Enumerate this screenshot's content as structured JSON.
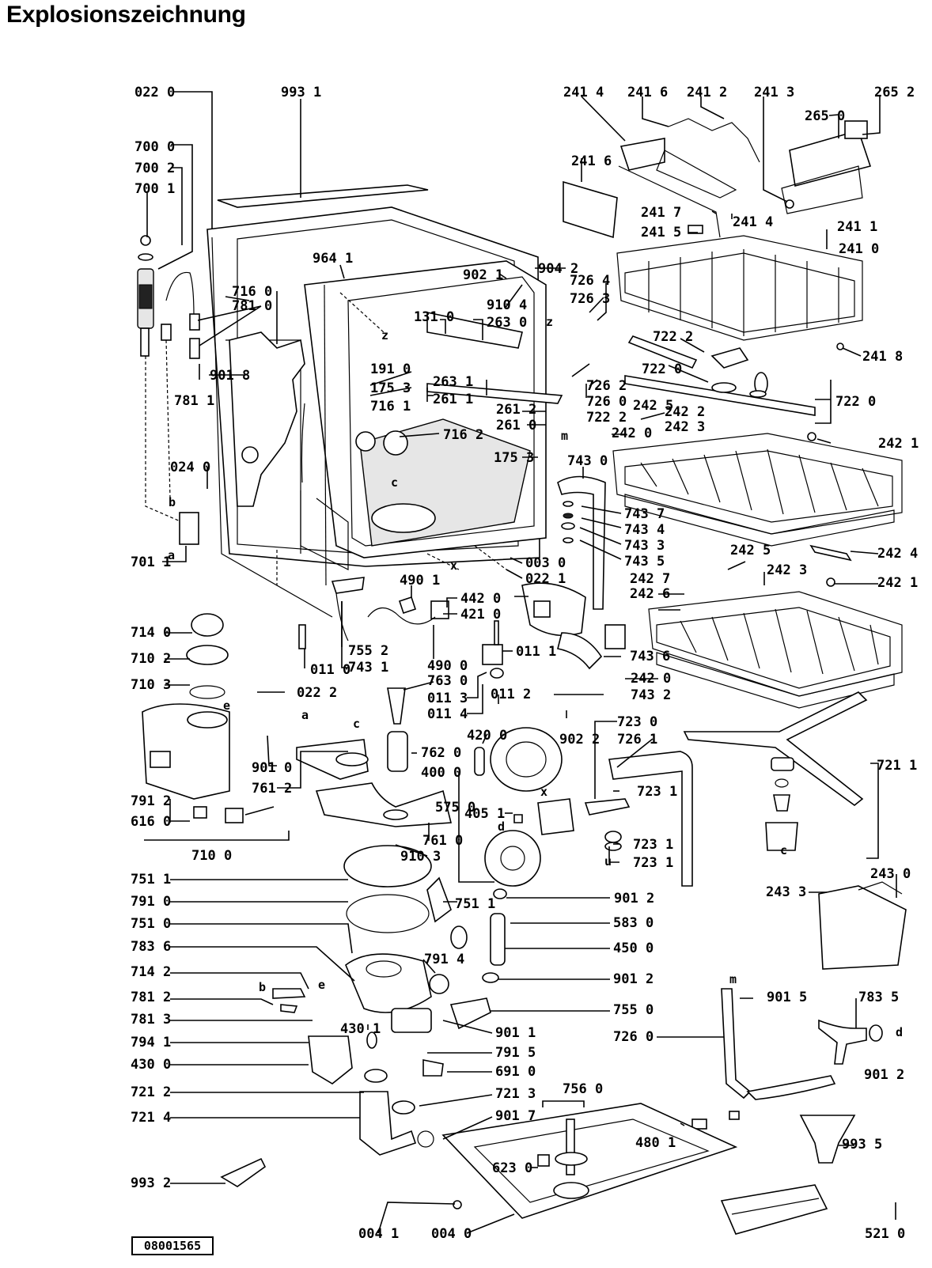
{
  "title": "Explosionszeichnung",
  "document_number": "08001565",
  "part_labels": [
    "022 0",
    "993 1",
    "700 0",
    "700 2",
    "700 1",
    "241 4",
    "241 6",
    "241 2",
    "241 3",
    "265 2",
    "265 0",
    "241 6",
    "241 7",
    "241 5",
    "241 4",
    "241 1",
    "241 0",
    "964 1",
    "904 2",
    "902 1",
    "726 4",
    "726 3",
    "716 0",
    "781 0",
    "910 4",
    "131 0",
    "263 0",
    "901 8",
    "781 1",
    "722 2",
    "241 8",
    "722 0",
    "191 0",
    "175 3",
    "263 1",
    "261 1",
    "726 2",
    "726 0",
    "722 2",
    "722 0",
    "716 1",
    "261 2",
    "261 0",
    "242 5",
    "242 2",
    "242 3",
    "242 0",
    "242 1",
    "716 2",
    "175 3",
    "743 0",
    "024 0",
    "743 7",
    "743 4",
    "743 3",
    "743 5",
    "701 1",
    "003 0",
    "022 1",
    "242 5",
    "242 3",
    "242 4",
    "242 7",
    "242 6",
    "242 1",
    "490 1",
    "442 0",
    "421 0",
    "755 2",
    "743 1",
    "714 0",
    "011 0",
    "490 0",
    "011 1",
    "743 6",
    "242 0",
    "710 2",
    "763 0",
    "022 2",
    "743 2",
    "710 3",
    "011 3",
    "011 4",
    "011 2",
    "902 2",
    "723 0",
    "726 1",
    "901 0",
    "761 2",
    "762 0",
    "420 0",
    "400 0",
    "721 1",
    "723 1",
    "791 2",
    "575 0",
    "616 0",
    "405 1",
    "761 0",
    "723 1",
    "723 1",
    "710 0",
    "910 3",
    "243 0",
    "243 3",
    "751 1",
    "751 1",
    "901 2",
    "791 0",
    "583 0",
    "751 0",
    "450 0",
    "783 6",
    "791 4",
    "901 2",
    "714 2",
    "755 0",
    "781 2",
    "901 5",
    "783 5",
    "781 3",
    "430 1",
    "901 1",
    "794 1",
    "791 5",
    "726 0",
    "901 2",
    "430 0",
    "691 0",
    "721 2",
    "721 3",
    "756 0",
    "721 4",
    "901 7",
    "480 1",
    "993 5",
    "623 0",
    "993 2",
    "004 1",
    "004 0",
    "521 0"
  ],
  "point_letters": [
    "z",
    "z",
    "m",
    "c",
    "x",
    "a",
    "b",
    "a",
    "e",
    "c",
    "d",
    "u",
    "c",
    "x",
    "b",
    "e",
    "m",
    "d"
  ]
}
